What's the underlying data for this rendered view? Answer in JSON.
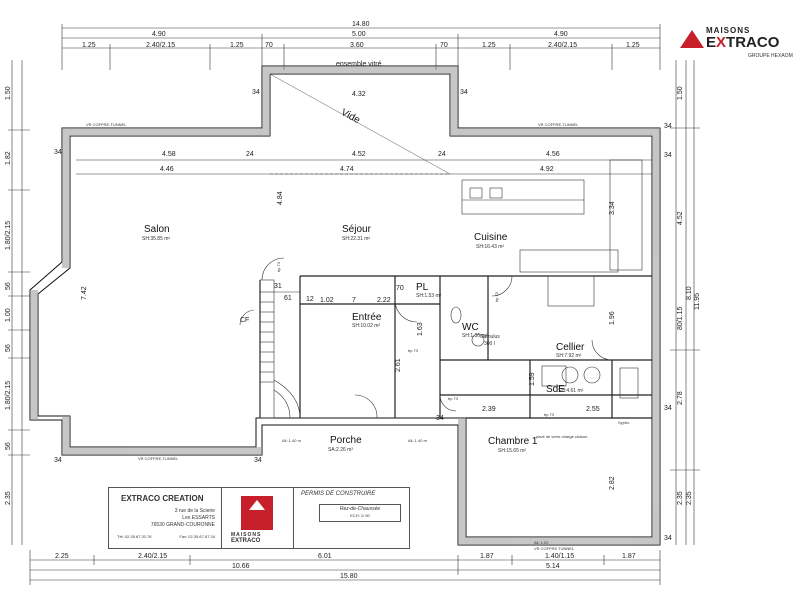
{
  "logo": {
    "brand_top": "MAISONS",
    "brand_main_a": "E",
    "brand_main_x": "X",
    "brand_main_b": "TRACO",
    "group": "GROUPE HEXAOM"
  },
  "dims_top": {
    "overall": "14.80",
    "left": "4.90",
    "center": "5.00",
    "right": "4.90",
    "row3": [
      "1.25",
      "2.40/2.15",
      "1.25",
      "70",
      "3.60",
      "70",
      "1.25",
      "2.40/2.15",
      "1.25"
    ]
  },
  "dims_bottom": {
    "row1": [
      "2.25",
      "2.40/2.15",
      "6.01",
      "1.87",
      "1.40/1.15",
      "1.87"
    ],
    "mid_left": "10.66",
    "mid_right": "5.14",
    "overall": "15.80"
  },
  "dims_left": [
    "1.50",
    "1.82",
    "1.80/2.15",
    "56",
    "1.00",
    "56",
    "1.80/2.15",
    "56",
    "2.35"
  ],
  "dims_right": {
    "outer": [
      "1.50",
      "4.52",
      "8.10",
      "11.95",
      "80/1.15",
      "2.78",
      "2.35",
      "2.35"
    ],
    "inner": [
      "34",
      "34",
      "34",
      "34"
    ]
  },
  "interior_dims": {
    "vitre": "ensemble vitré",
    "top_432": "4.32",
    "row_a": [
      "4.58",
      "24",
      "4.52",
      "24",
      "4.56"
    ],
    "row_b": [
      "4.46",
      "4.74",
      "4.92"
    ],
    "v_484": "4.84",
    "v_334": "3.34",
    "v_742": "7.42",
    "v_196": "1.96",
    "v_261": "2.61",
    "v_163": "1.63",
    "v_159": "1.59",
    "h_102": "1.02",
    "h_222": "2.22",
    "h_239": "2.39",
    "h_255": "2.55",
    "v_282": "2.82",
    "n34": "34",
    "n24": "24",
    "n12": "12",
    "n7": "7",
    "n70": "70",
    "n61": "61",
    "n31": "31"
  },
  "rooms": [
    {
      "name": "Salon",
      "area": "SH:35.85 m²"
    },
    {
      "name": "Séjour",
      "area": "SH:22.31 m²"
    },
    {
      "name": "Cuisine",
      "area": "SH:16.43 m²"
    },
    {
      "name": "Entrée",
      "area": "SH:10.02 m²"
    },
    {
      "name": "PL",
      "area": "SH:1.53 m²"
    },
    {
      "name": "WC",
      "area": "SH:1.36 m²"
    },
    {
      "name": "Cellier",
      "area": "SH:7.92 m²"
    },
    {
      "name": "SdE",
      "area": "SH:4.61 m²"
    },
    {
      "name": "Chambre 1",
      "area": "SH:15.65 m²"
    },
    {
      "name": "Porche",
      "area": "SA:2.26 m²"
    }
  ],
  "labels": {
    "vide": "Vide",
    "cumulus": "Cumulus",
    "cumulus_vol": "300 l",
    "cf": "CF",
    "bp73": "bp 73",
    "sypho": "Sypho",
    "pave": "pavé de verre charge cloison",
    "vr_coffre": "VR COFFRE-TUNNEL",
    "vr_coffre_short": "VR COFFRE TUNNEL",
    "all_140": "All: 1.40 m",
    "all_102": "All: 1.02"
  },
  "cartouche": {
    "company": "EXTRACO CREATION",
    "address1": "3 rue de la Scierie",
    "address2": "Les ESSARTS",
    "address3": "76530 GRAND-COURONNE",
    "tel": "Tél: 02.35.67.20.76",
    "fax": "Fax: 02.35.67.67.34",
    "logo_t1": "MAISONS",
    "logo_t2": "EXTRACO",
    "permis": "PERMIS DE CONSTRUIRE",
    "level": "Rez-de-Chaussée",
    "scale": "ECH: 1/ 50"
  }
}
